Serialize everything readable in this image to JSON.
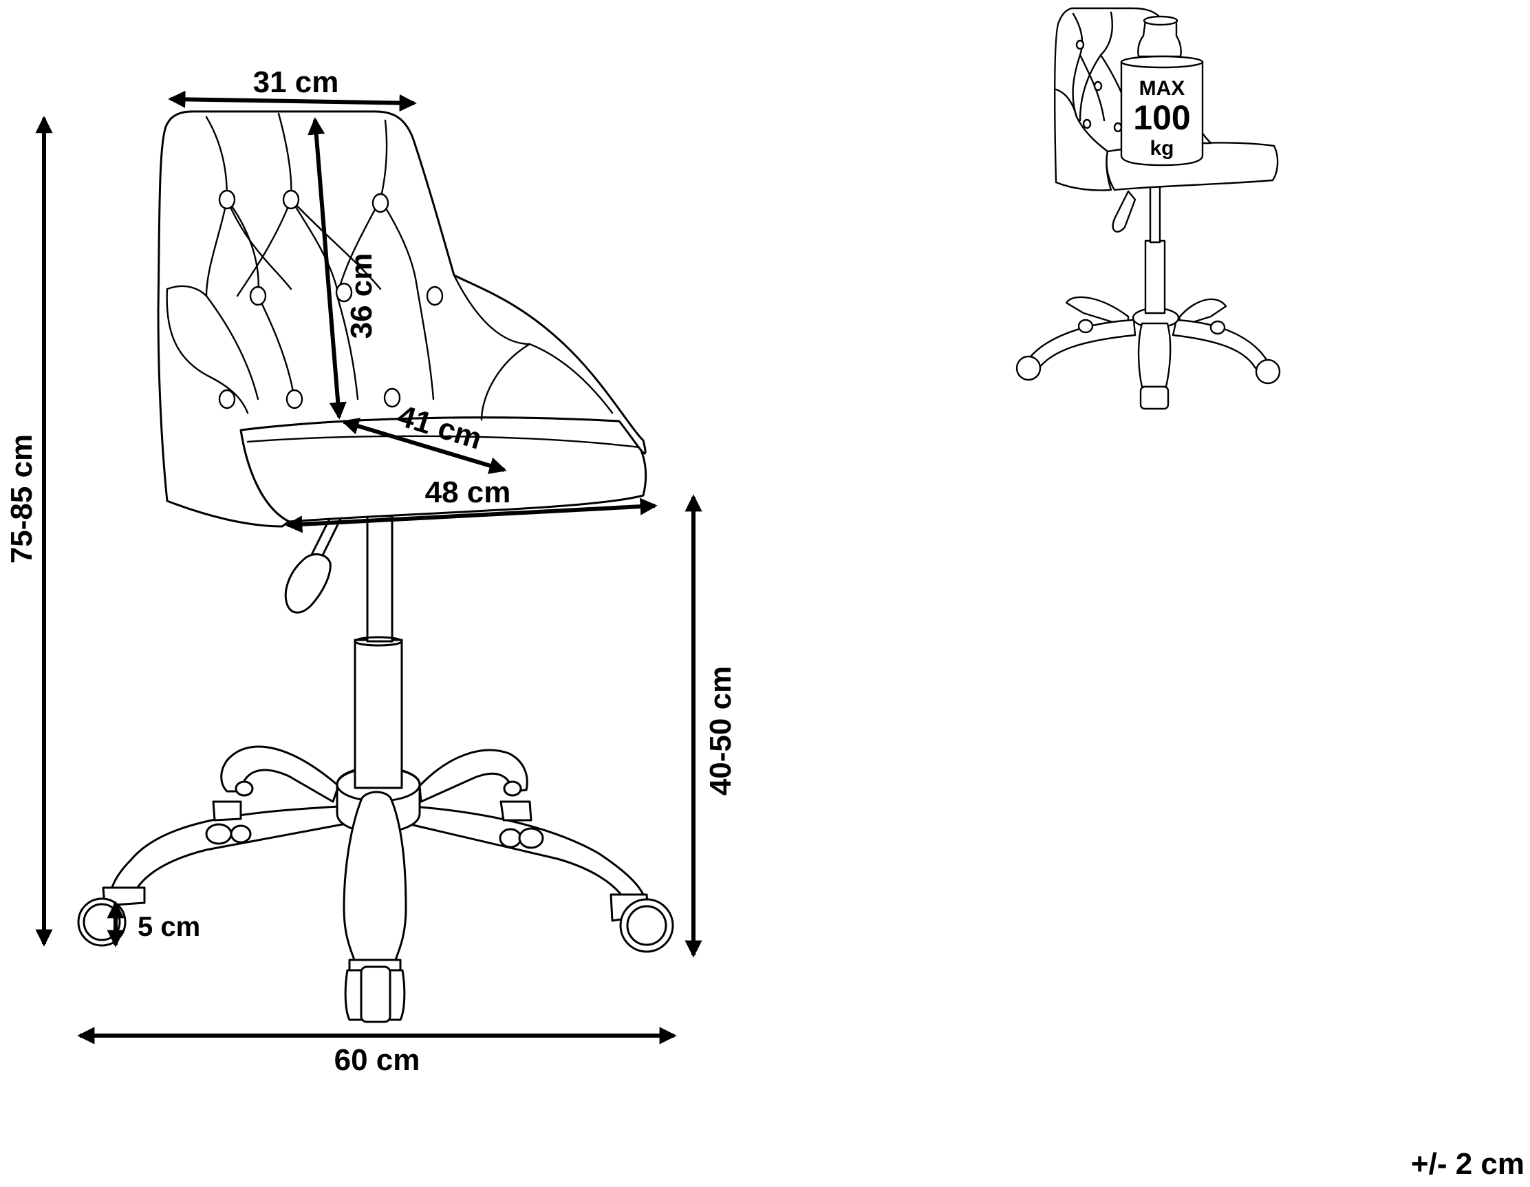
{
  "dimensions": {
    "backrest_width": "31 cm",
    "backrest_height": "36 cm",
    "seat_depth": "41 cm",
    "seat_width": "48 cm",
    "total_height": "75-85 cm",
    "seat_height": "40-50 cm",
    "base_width": "60 cm",
    "wheel_diameter": "5 cm"
  },
  "load_badge": {
    "line1": "MAX",
    "line2": "100",
    "line3": "kg"
  },
  "tolerance": "+/- 2 cm",
  "colors": {
    "line": "#000000",
    "background": "#ffffff"
  }
}
